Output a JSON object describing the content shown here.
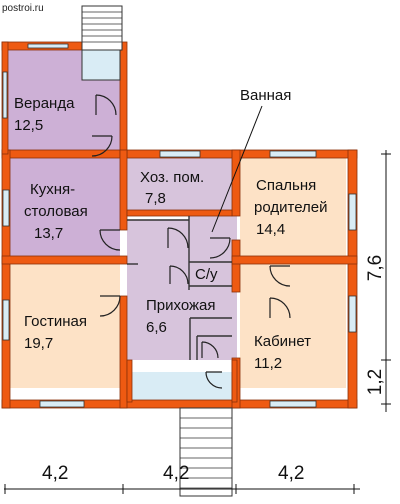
{
  "watermark": "postroi.ru",
  "colors": {
    "wall": "#ee5a12",
    "wall_dark": "#8a3008",
    "veranda": "#cdb0d6",
    "service": "#d7c4dc",
    "warm": "#fde2c6",
    "glass": "#d9ecf5",
    "ink": "#111111"
  },
  "rooms": {
    "veranda": {
      "name": "Веранда",
      "area": "12,5"
    },
    "kitchen": {
      "name_line1": "Кухня-",
      "name_line2": "столовая",
      "area": "13,7"
    },
    "utility": {
      "name": "Хоз. пом.",
      "area": "7,8"
    },
    "bedroom": {
      "name_line1": "Спальня",
      "name_line2": "родителей",
      "area": "14,4"
    },
    "bathroom": {
      "name": "Ванная"
    },
    "wc": {
      "name": "С/у"
    },
    "living": {
      "name": "Гостиная",
      "area": "19,7"
    },
    "hall": {
      "name": "Прихожая",
      "area": "6,6"
    },
    "study": {
      "name": "Кабинет",
      "area": "11,2"
    }
  },
  "dimensions": {
    "bottom": [
      "4,2",
      "4,2",
      "4,2"
    ],
    "right": [
      "7,6",
      "1,2"
    ]
  }
}
